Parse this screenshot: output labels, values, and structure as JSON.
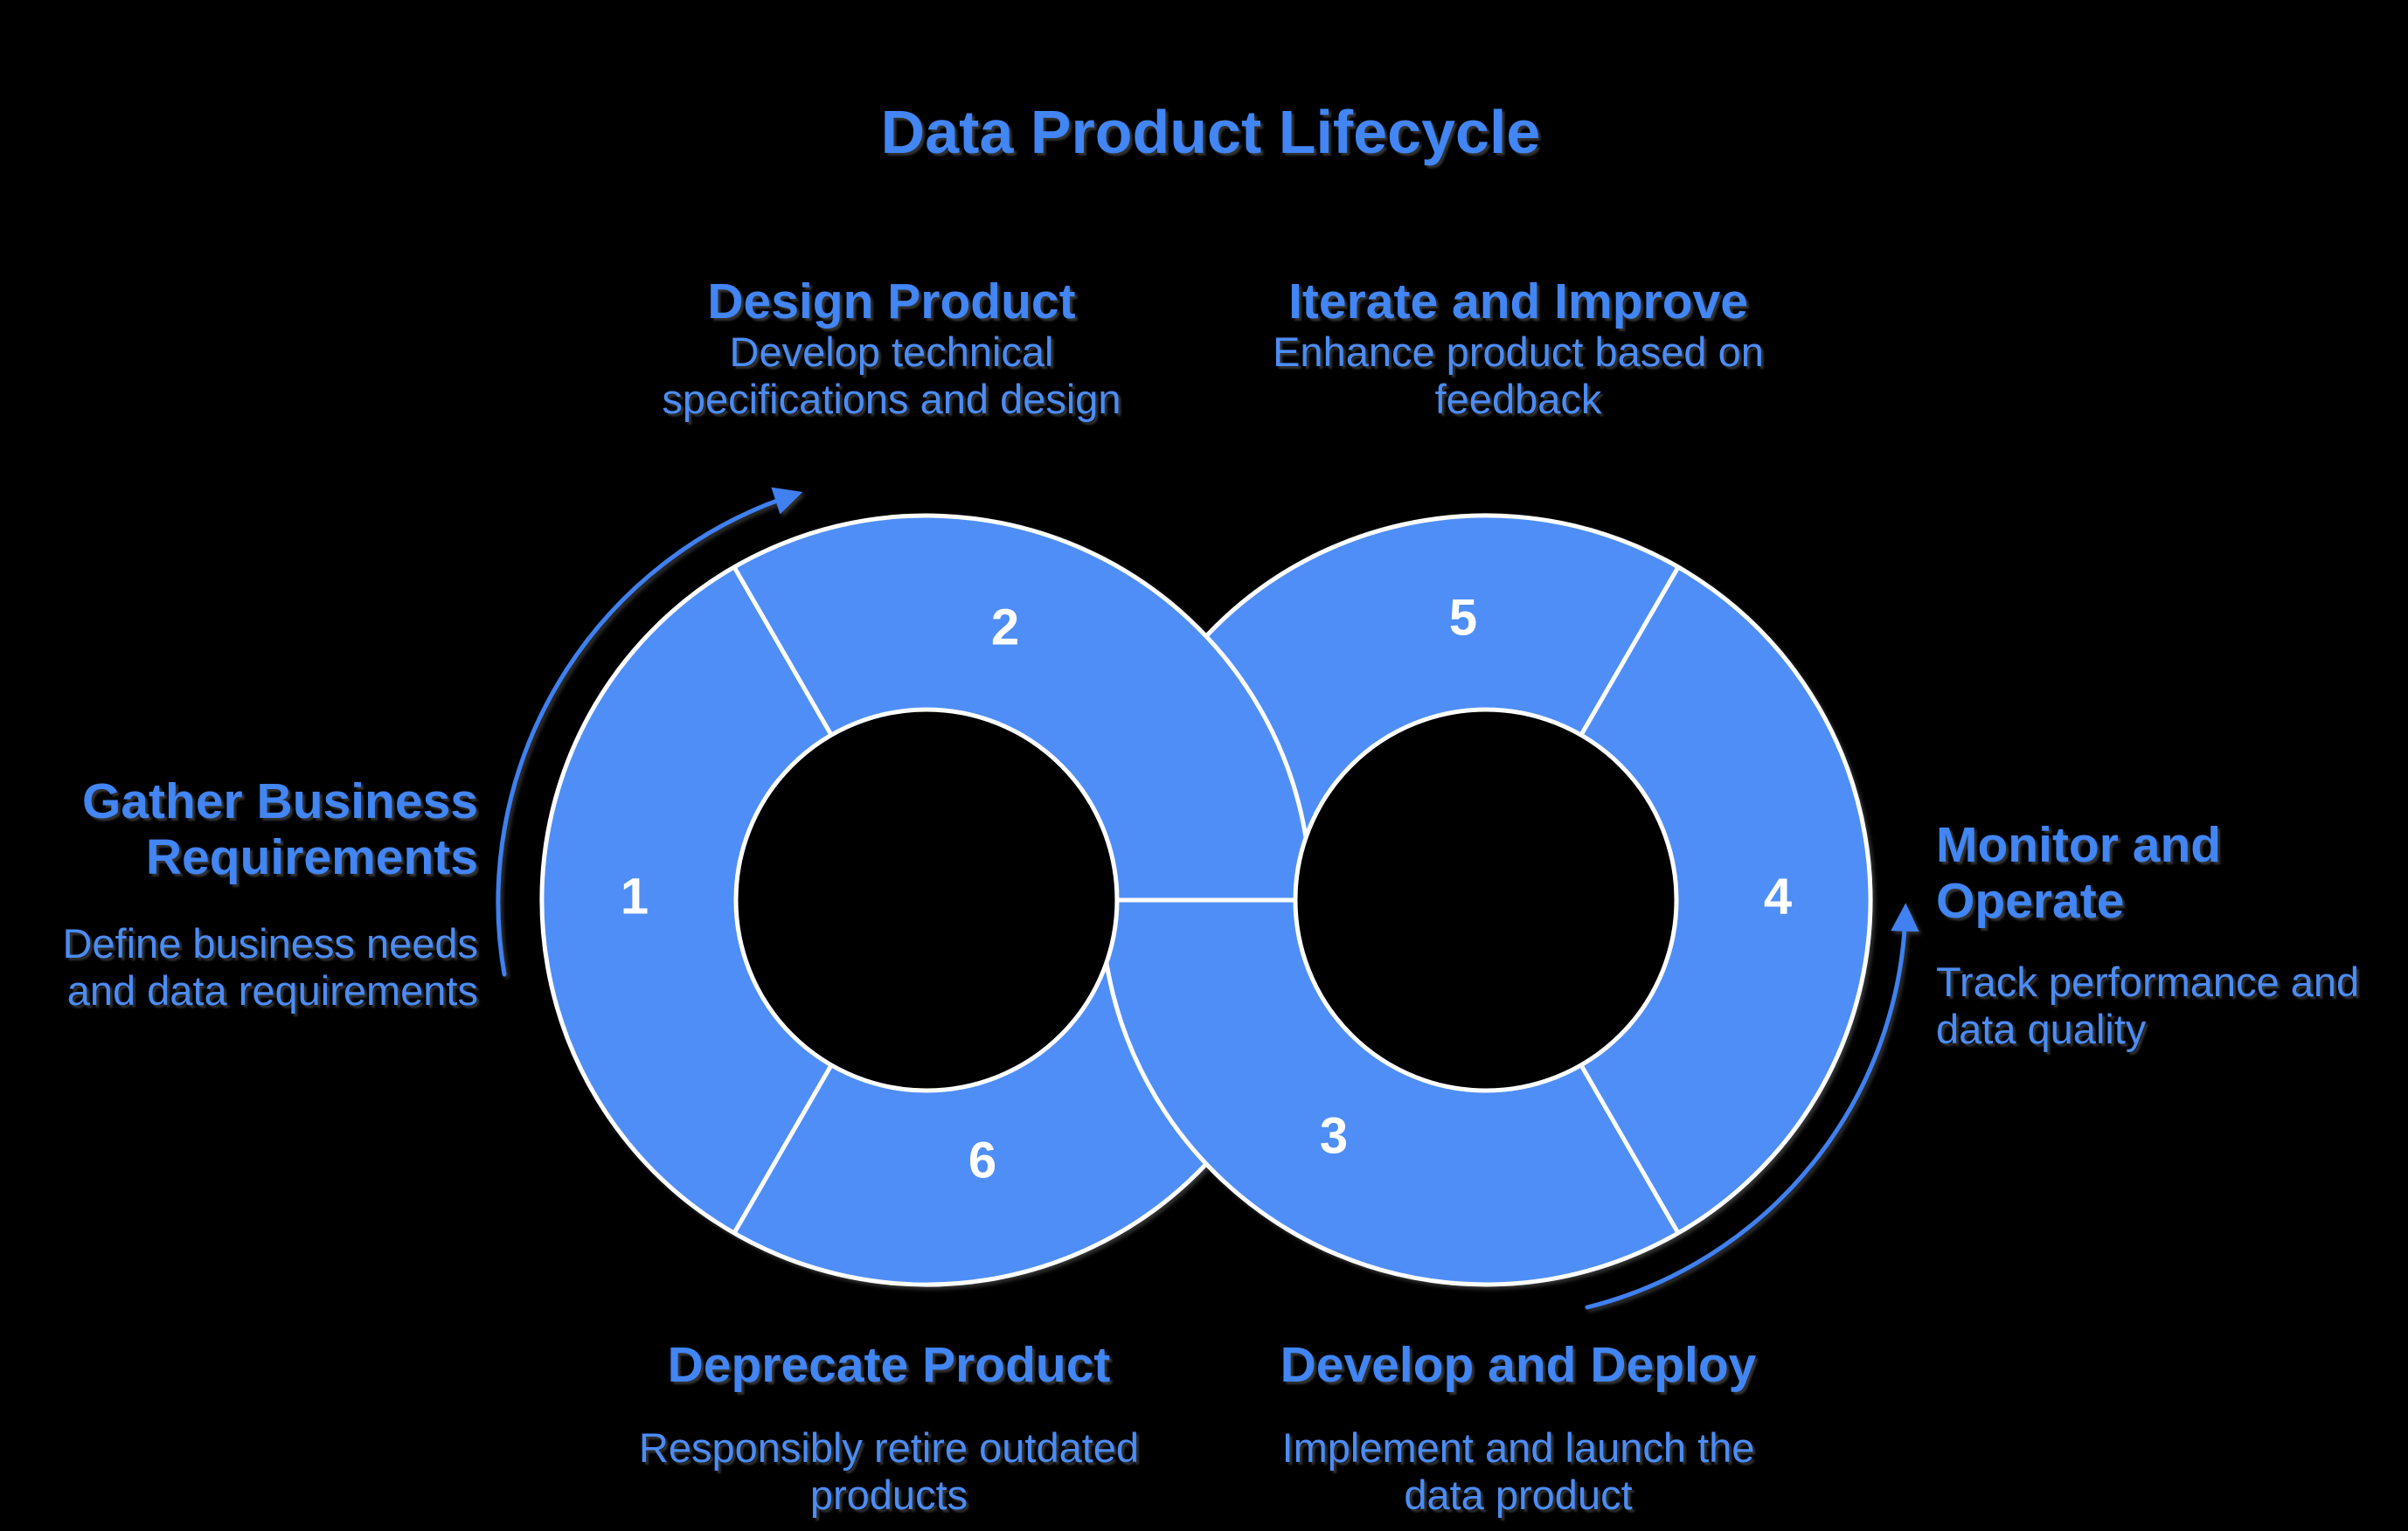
{
  "title": "Data Product Lifecycle",
  "colors": {
    "background": "#000000",
    "ring_fill": "#4F8EF6",
    "outline": "#FFFFFF",
    "heading_text": "#4285F4",
    "body_text": "#4C8CF5",
    "number_text": "#FFFFFF",
    "arrow": "#4080F0"
  },
  "numbers": {
    "n1": "1",
    "n2": "2",
    "n3": "3",
    "n4": "4",
    "n5": "5",
    "n6": "6"
  },
  "stages": [
    {
      "number": 1,
      "title": "Gather Business Requirements",
      "description": "Define business needs and data requirements",
      "position": "left"
    },
    {
      "number": 2,
      "title": "Design Product",
      "description": "Develop technical specifications and design",
      "position": "top-left"
    },
    {
      "number": 3,
      "title": "Develop and Deploy",
      "description": "Implement and launch the data product",
      "position": "bottom-right"
    },
    {
      "number": 4,
      "title": "Monitor and Operate",
      "description": "Track performance and data quality",
      "position": "right"
    },
    {
      "number": 5,
      "title": "Iterate and Improve",
      "description": "Enhance product based on feedback",
      "position": "top-right"
    },
    {
      "number": 6,
      "title": "Deprecate Product",
      "description": "Responsibly retire outdated products",
      "position": "bottom-left"
    }
  ],
  "labels": {
    "gather": {
      "title_line1": "Gather Business",
      "title_line2": "Requirements",
      "desc_line1": "Define business needs",
      "desc_line2": "and data requirements"
    },
    "design": {
      "title": "Design Product",
      "desc_line1": "Develop technical",
      "desc_line2": "specifications and design"
    },
    "iterate": {
      "title": "Iterate and Improve",
      "desc_line1": "Enhance product based on",
      "desc_line2": "feedback"
    },
    "monitor": {
      "title_line1": "Monitor and",
      "title_line2": "Operate",
      "desc_line1": "Track performance and",
      "desc_line2": "data quality"
    },
    "deprecate": {
      "title": "Deprecate Product",
      "desc_line1": "Responsibly retire outdated",
      "desc_line2": "products"
    },
    "develop": {
      "title": "Develop and Deploy",
      "desc_line1": "Implement and launch the",
      "desc_line2": "data product"
    }
  }
}
